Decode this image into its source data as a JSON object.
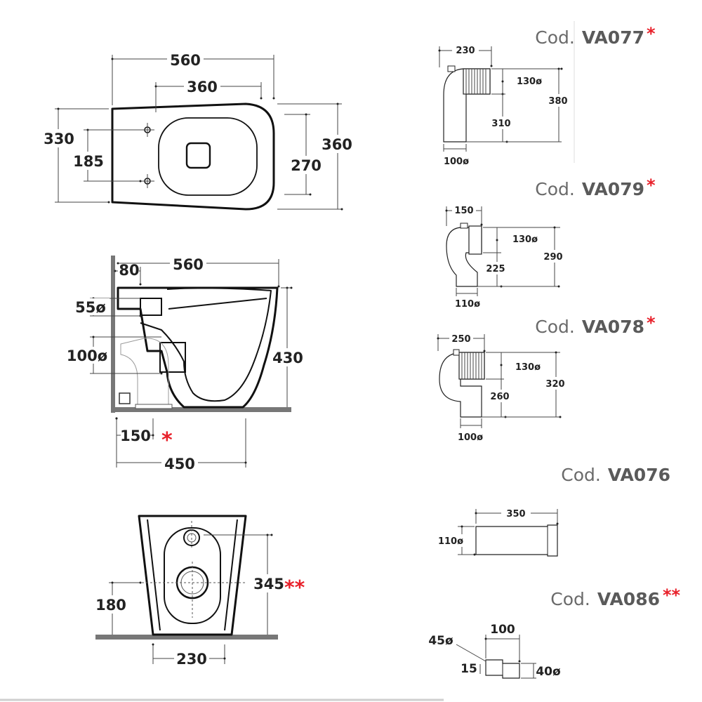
{
  "top_view": {
    "width": "560",
    "seat_width": "360",
    "depth": "330",
    "fixing_spacing": "185",
    "rear_depth": "270",
    "overall_depth": "360"
  },
  "side_view": {
    "top_offset": "80",
    "width": "560",
    "inlet_dia": "55ø",
    "outlet_dia": "100ø",
    "height": "430",
    "outlet_offset": "150",
    "outlet_offset_mark": "*",
    "outlet_distance": "450"
  },
  "front_view": {
    "outlet_height_min": "180",
    "outlet_height_max": "345",
    "outlet_height_max_mark": "**",
    "base_width": "230"
  },
  "accessories": [
    {
      "code_prefix": "Cod.",
      "code": "VA077",
      "mark": "*",
      "dims": {
        "length": "230",
        "inlet_dia": "130ø",
        "height": "310",
        "overall": "380",
        "outlet_dia": "100ø"
      }
    },
    {
      "code_prefix": "Cod.",
      "code": "VA079",
      "mark": "*",
      "dims": {
        "length": "150",
        "inlet_dia": "130ø",
        "height": "225",
        "overall": "290",
        "outlet_dia": "110ø"
      }
    },
    {
      "code_prefix": "Cod.",
      "code": "VA078",
      "mark": "*",
      "dims": {
        "length": "250",
        "inlet_dia": "130ø",
        "height": "260",
        "overall": "320",
        "outlet_dia": "100ø"
      }
    },
    {
      "code_prefix": "Cod.",
      "code": "VA076",
      "mark": "",
      "dims": {
        "length": "350",
        "dia": "110ø"
      }
    },
    {
      "code_prefix": "Cod.",
      "code": "VA086",
      "mark": "**",
      "dims": {
        "length": "100",
        "inlet_dia": "45ø",
        "offset": "15",
        "outlet_dia": "40ø"
      }
    }
  ],
  "colors": {
    "asterisk": "#e8202a",
    "code_text": "#5a5a5a",
    "floor": "#777777"
  }
}
